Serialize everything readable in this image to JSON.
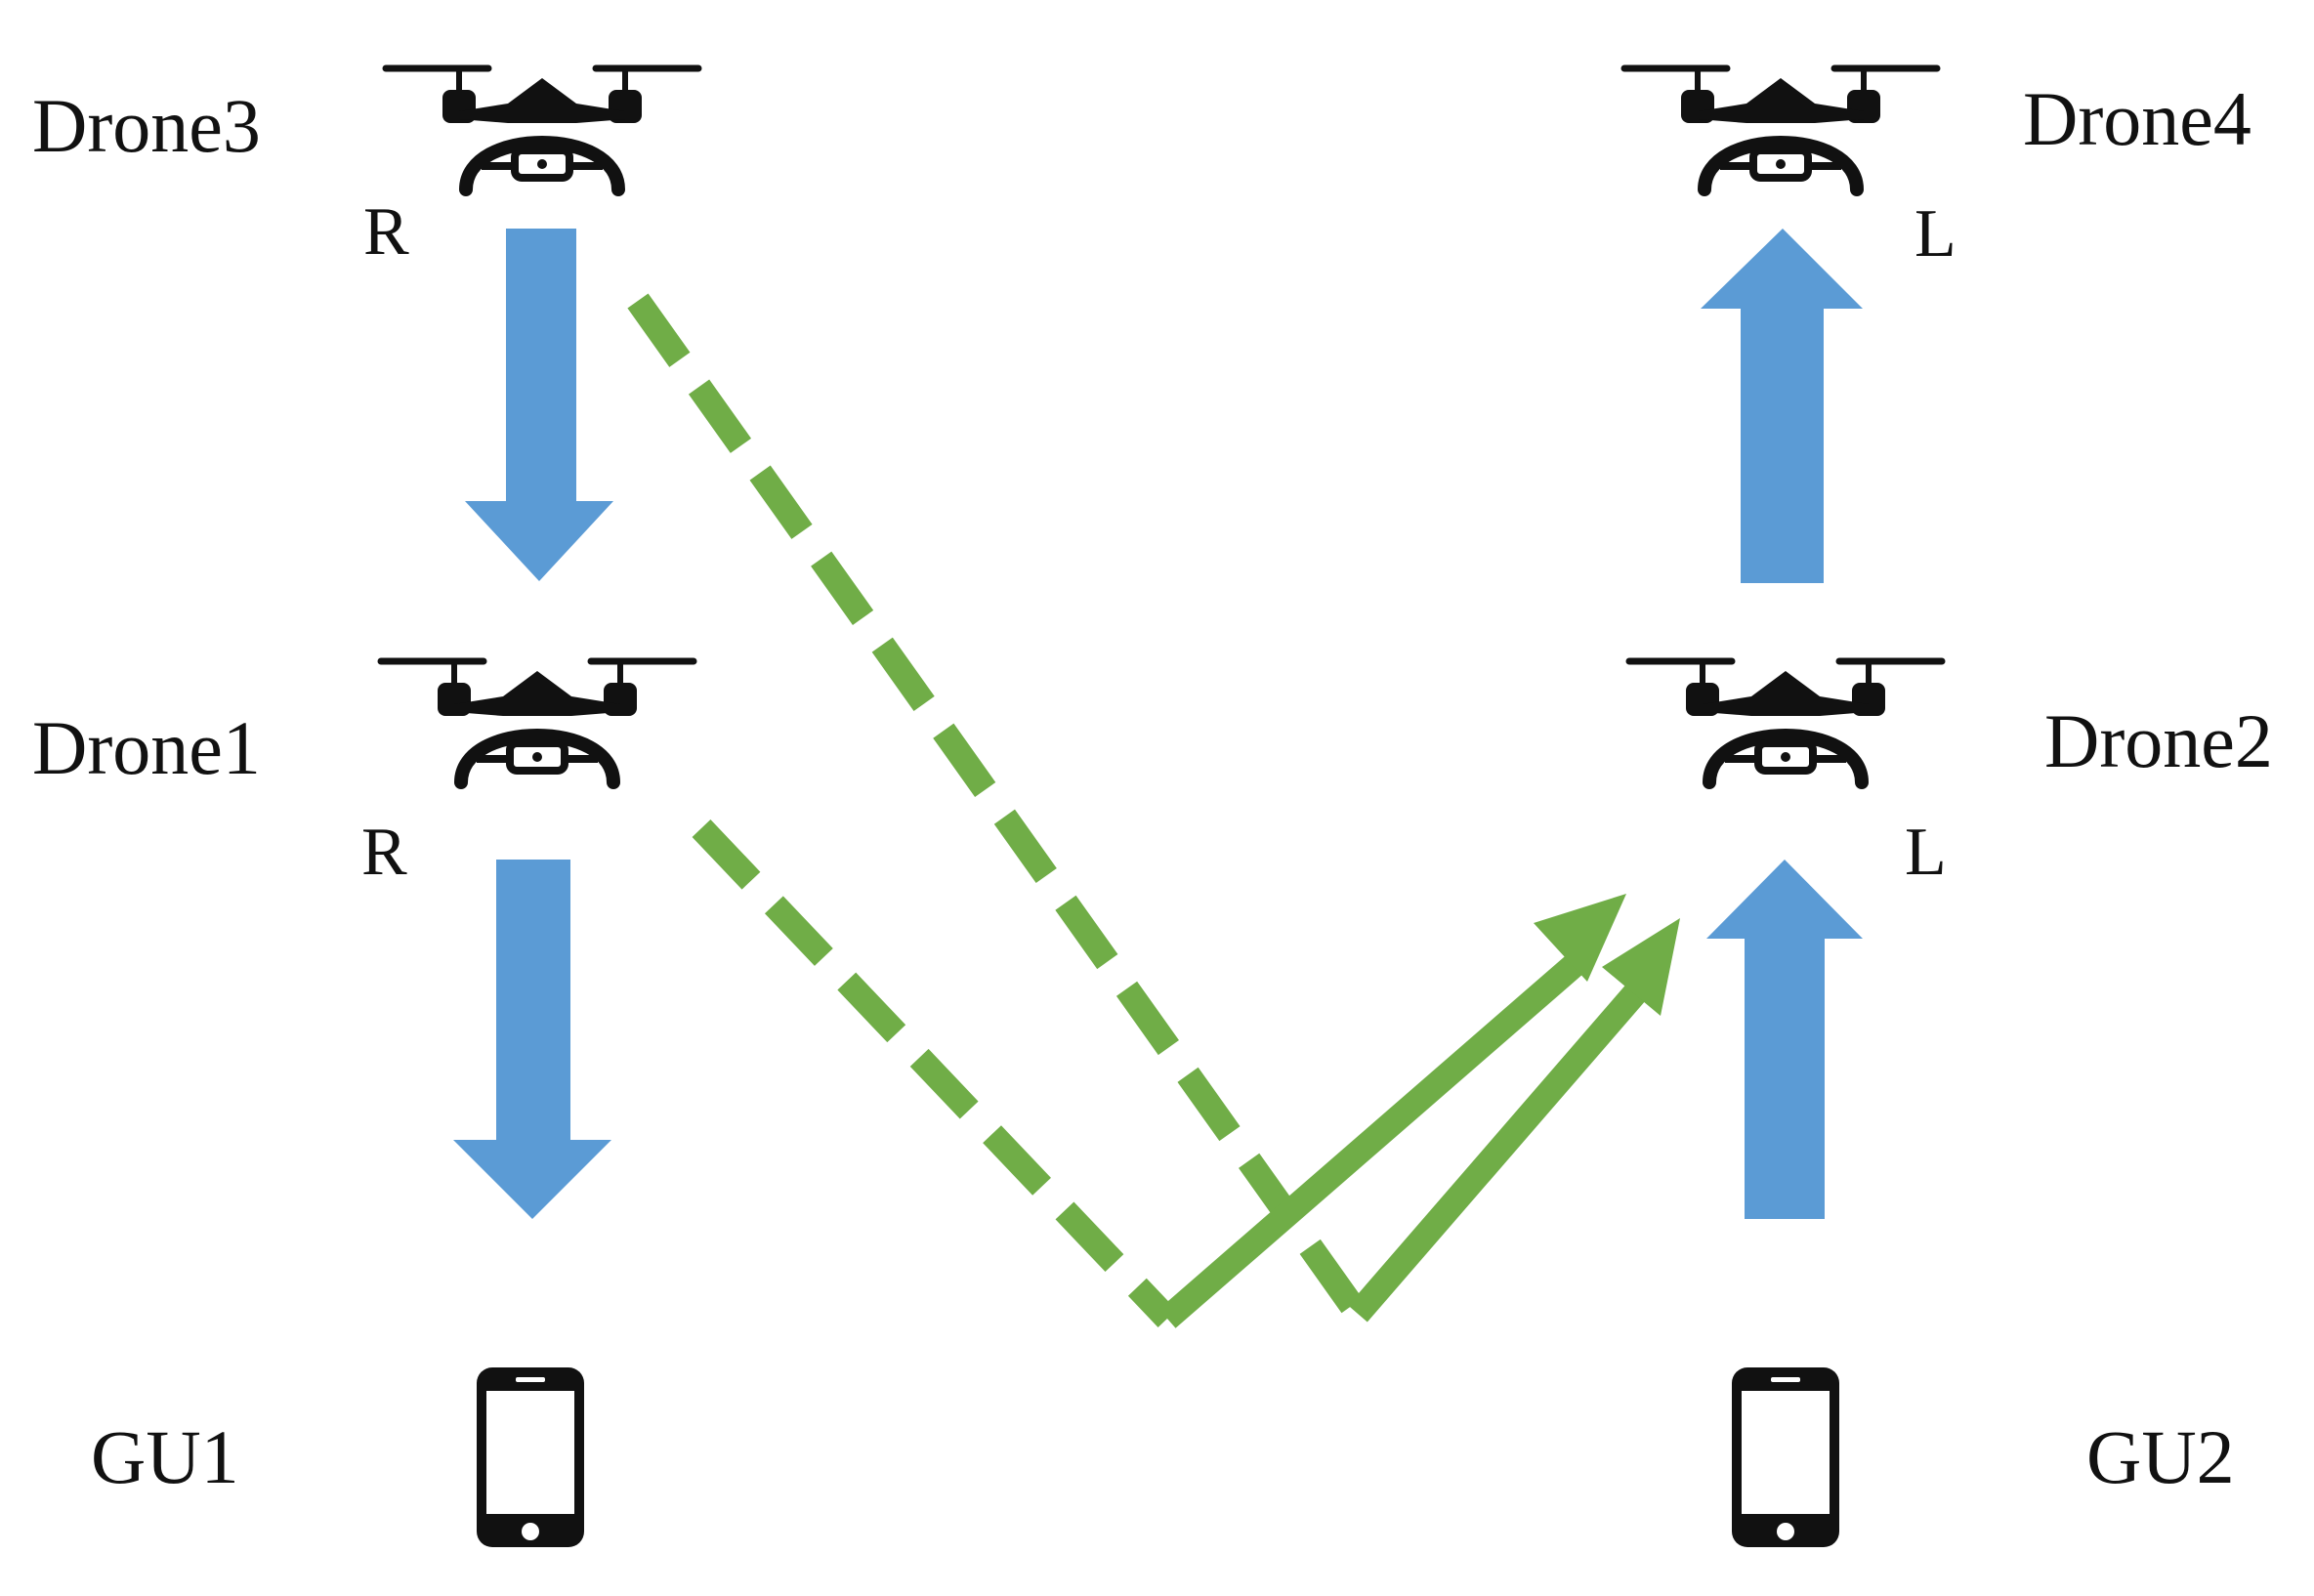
{
  "labels": {
    "drone3": "Drone3",
    "drone4": "Drone4",
    "drone1": "Drone1",
    "drone2": "Drone2",
    "gu1": "GU1",
    "gu2": "GU2",
    "drone3_side": "R",
    "drone1_side": "R",
    "drone4_side": "L",
    "drone2_side": "L"
  },
  "icons": {
    "drone": "drone-icon",
    "phone": "smartphone-icon"
  },
  "colors": {
    "blue_arrow": "#5B9BD5",
    "green_link": "#70AD47",
    "text": "#111111"
  }
}
